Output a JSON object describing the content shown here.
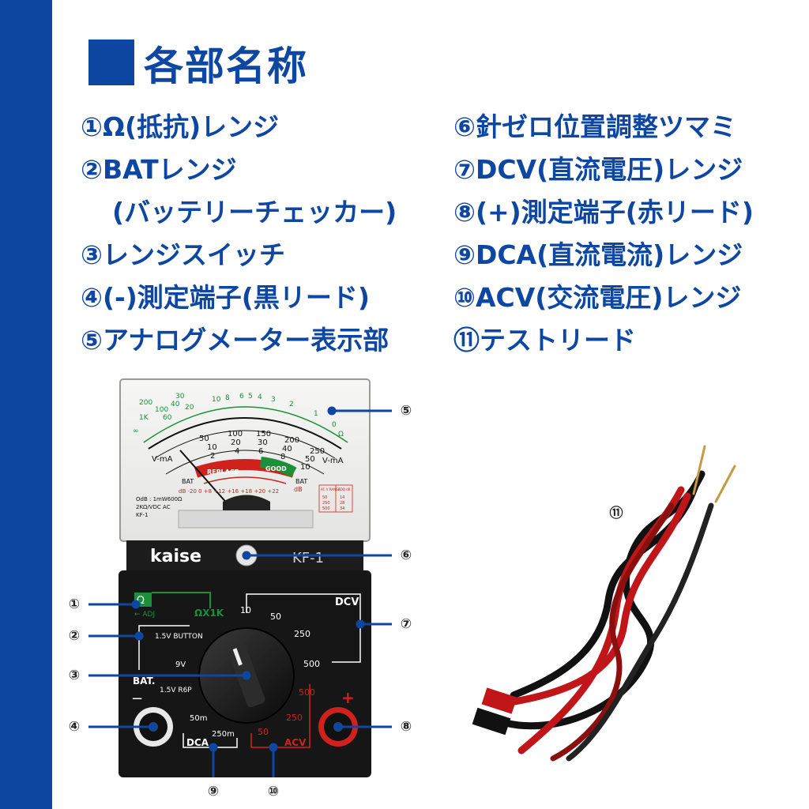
{
  "title": "各部名称",
  "left_items": [
    {
      "text": "①Ω(抵抗)レンジ"
    },
    {
      "text": "②BATレンジ"
    },
    {
      "text": "(バッテリーチェッカー)"
    },
    {
      "text": "③レンジスイッチ"
    },
    {
      "text": "④(-)測定端子(黒リード)"
    },
    {
      "text": "⑤アナログメーター表示部"
    }
  ],
  "right_items": [
    {
      "text": "⑥針ゼロ位置調整ツマミ"
    },
    {
      "text": "⑦DCV(直流電圧)レンジ"
    },
    {
      "text": "⑧(+)測定端子(赤リード)"
    },
    {
      "text": "⑨DCA(直流電流)レンジ"
    },
    {
      "text": "⑩ACV(交流電圧)レンジ"
    },
    {
      "text": "⑪テストリード"
    }
  ],
  "callouts": {
    "c1": "①",
    "c2": "②",
    "c3": "③",
    "c4": "④",
    "c5": "⑤",
    "c6": "⑥",
    "c7": "⑦",
    "c8": "⑧",
    "c9": "⑨",
    "c10": "⑩",
    "c11": "⑪"
  },
  "meter": {
    "brand": "kaise",
    "model": "KF-1",
    "ohm_scale": [
      "200",
      "1K",
      "∞",
      "100",
      "30",
      "60",
      "40",
      "20",
      "10",
      "8",
      "6",
      "5",
      "4",
      "3",
      "2",
      "1",
      "0",
      "Ω"
    ],
    "dc_scale_top": [
      "50",
      "100",
      "150",
      "200",
      "250"
    ],
    "dc_scale_mid": [
      "10",
      "20",
      "30",
      "40",
      "50"
    ],
    "dc_scale_low": [
      "2",
      "4",
      "6",
      "8",
      "10"
    ],
    "vma": "V-mA",
    "replace": "REPLACE",
    "good": "GOOD",
    "bat": "BAT",
    "db_scale": "dB -20 0 +8 +12 +16 +18 +20 +22",
    "db": "dB",
    "info_line1": "OdB : 1mW600Ω",
    "info_line2": "2KΩ/VDC AC",
    "info_line3": "KF-1",
    "range_table": [
      "AC V RANGE",
      "ADD dB",
      "50",
      "14",
      "250",
      "28",
      "500",
      "34"
    ]
  },
  "dial": {
    "ohm_symbol": "Ω",
    "adj": "← ADJ",
    "ohm_x1k": "ΩX1K",
    "dcv": "DCV",
    "bat": "BAT.",
    "dca": "DCA",
    "acv": "ACV",
    "dcv_10": "10",
    "dcv_50": "50",
    "dcv_250": "250",
    "dcv_500": "500",
    "acv_500": "500",
    "acv_250": "250",
    "acv_50": "50",
    "dca_250m": "250m",
    "dca_50m": "50m",
    "bat_15_button": "1.5V BUTTON",
    "bat_9v": "9V",
    "bat_15_r6p": "1.5V R6P",
    "minus": "−",
    "plus": "+"
  },
  "colors": {
    "brand_blue": "#0d47a1",
    "meter_black": "#1a1a1a",
    "green": "#1b8f3a",
    "red": "#d0221c"
  }
}
